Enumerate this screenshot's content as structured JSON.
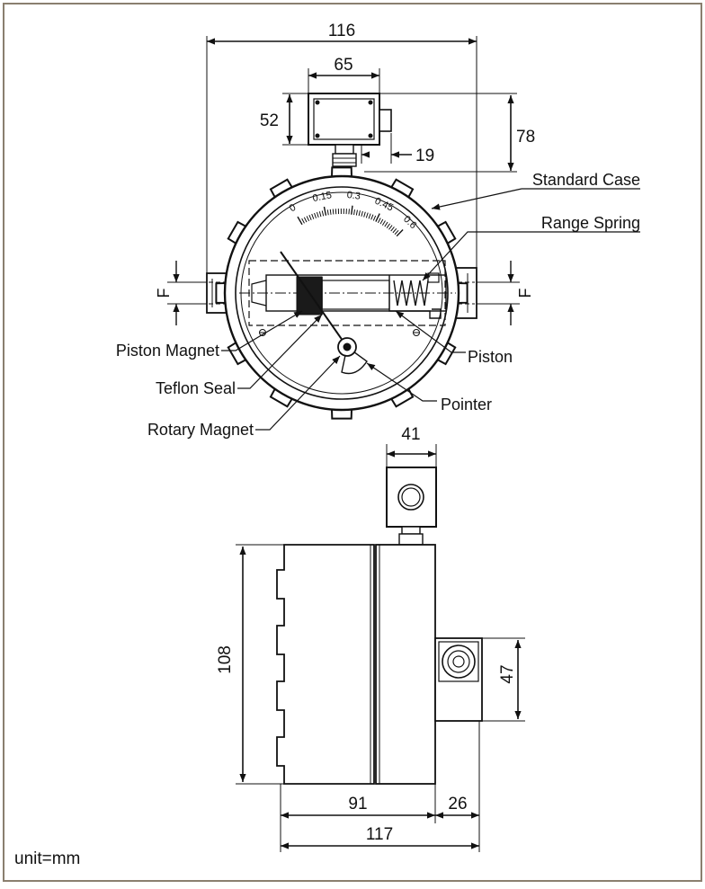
{
  "colors": {
    "line": "#111111",
    "frame": "#8a7f6f",
    "background": "#ffffff",
    "magnet_fill": "#1a1a1a"
  },
  "dimensions": {
    "overall_width": "116",
    "box_width": "65",
    "box_height": "52",
    "box_offset": "78",
    "conduit": "19",
    "port_left": "F",
    "port_right": "F",
    "side_box_width": "41",
    "body_height": "108",
    "side_port_height": "47",
    "body_depth": "91",
    "port_depth": "26",
    "total_depth": "117"
  },
  "scale_labels": [
    "0",
    "0.15",
    "0.3",
    "0.45",
    "0.6"
  ],
  "callouts": {
    "standard_case": "Standard Case",
    "range_spring": "Range Spring",
    "piston_magnet": "Piston Magnet",
    "piston": "Piston",
    "teflon_seal": "Teflon Seal",
    "pointer": "Pointer",
    "rotary_magnet": "Rotary Magnet"
  },
  "unit_note": "unit=mm"
}
